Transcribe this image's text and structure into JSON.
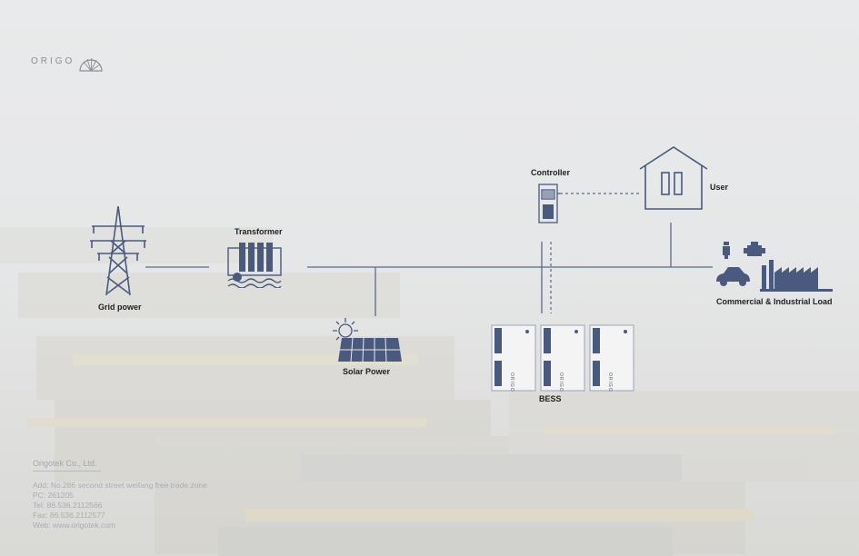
{
  "brand": {
    "logo_text": "ORIGO"
  },
  "nodes": {
    "grid_power": "Grid power",
    "transformer": "Transformer",
    "solar_power": "Solar Power",
    "controller": "Controller",
    "bess": "BESS",
    "user": "User",
    "load": "Commercial & Industrial Load"
  },
  "bess_unit_text": "ORIGO",
  "company": {
    "name": "Origotek Co., Ltd.",
    "address": "Add: No.286 second street weifang free trade zone",
    "pc": "PC: 261205",
    "tel": "Tel: 86.536.2112566",
    "fax": "Fax: 86.536.2112577",
    "web": "Web: www.origotek.com"
  },
  "colors": {
    "icon": "#4a5a7e",
    "line": "#5b6a88",
    "background": "#e9eaeb"
  }
}
